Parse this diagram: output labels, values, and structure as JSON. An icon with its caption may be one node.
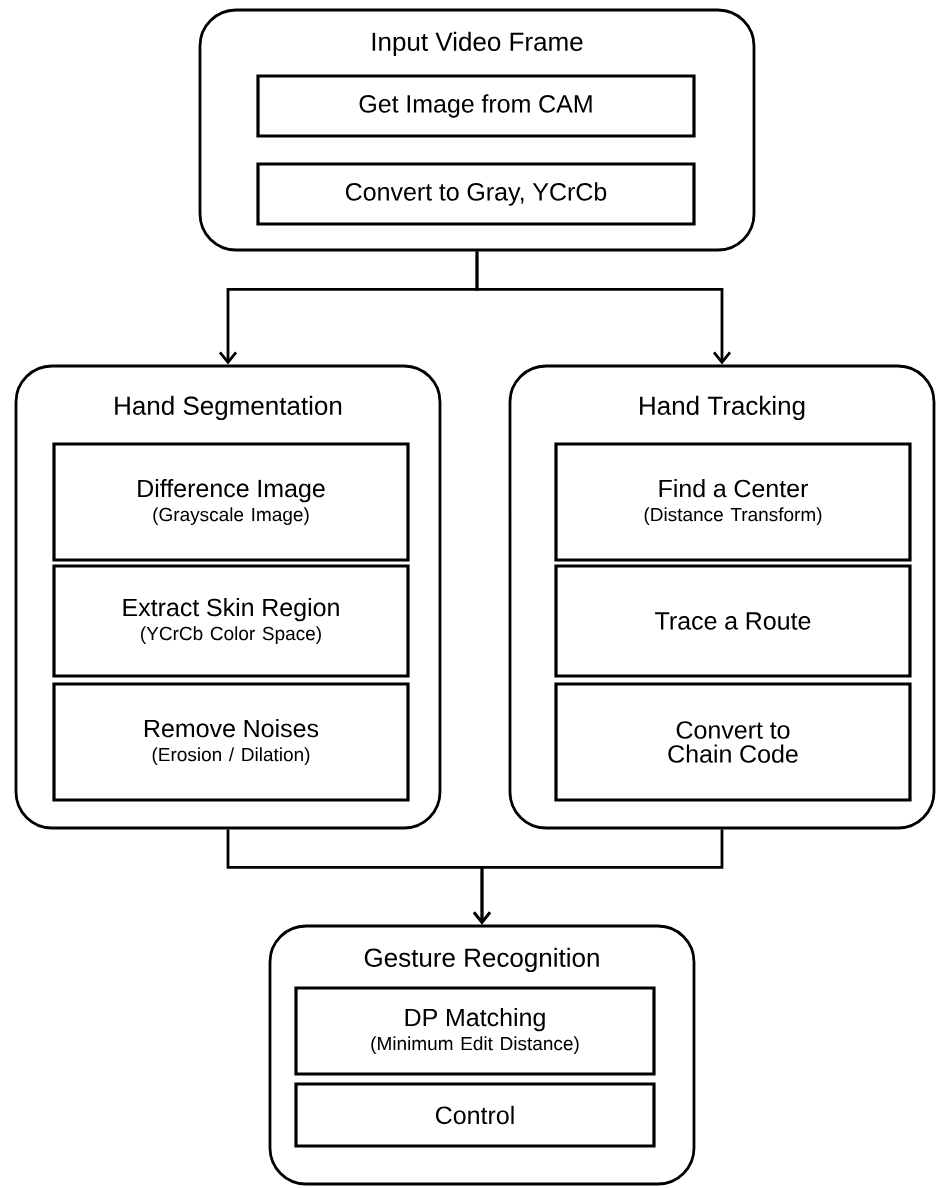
{
  "diagram": {
    "nodes": [
      {
        "text": [
          "Input Video Frame"
        ]
      },
      {
        "text": [
          "Get Image from CAM"
        ],
        "in": 0
      },
      {
        "text": [
          "Convert to Gray, YCrCb"
        ],
        "in": 0
      },
      {
        "text": [
          "Hand Segmentation"
        ]
      },
      {
        "text": [
          "Difference Image",
          "(Grayscale Image)"
        ],
        "in": 3
      },
      {
        "text": [
          "Extract Skin Region",
          "(YCrCb Color Space)"
        ],
        "in": 3
      },
      {
        "text": [
          "Remove Noises",
          "(Erosion / Dilation)"
        ],
        "in": 3
      },
      {
        "text": [
          "Hand Tracking"
        ]
      },
      {
        "text": [
          "Find a Center",
          "(Distance Transform)"
        ],
        "in": 7
      },
      {
        "text": [
          "Trace a Route"
        ],
        "in": 7
      },
      {
        "text": [
          "Convert to Chain Code"
        ],
        "in": 7
      },
      {
        "text": [
          "Gesture Recognition"
        ]
      },
      {
        "text": [
          "DP Matching",
          "(Minimum Edit Distance)"
        ],
        "in": 11
      },
      {
        "text": [
          "Control"
        ],
        "in": 11
      }
    ],
    "edges": [
      {
        "from": 0,
        "to": 3,
        "arrow": "to"
      },
      {
        "from": 0,
        "to": 7,
        "arrow": "to"
      },
      {
        "from": 3,
        "to": 11,
        "arrow": "to"
      },
      {
        "from": 7,
        "to": 11,
        "arrow": "to"
      }
    ]
  }
}
